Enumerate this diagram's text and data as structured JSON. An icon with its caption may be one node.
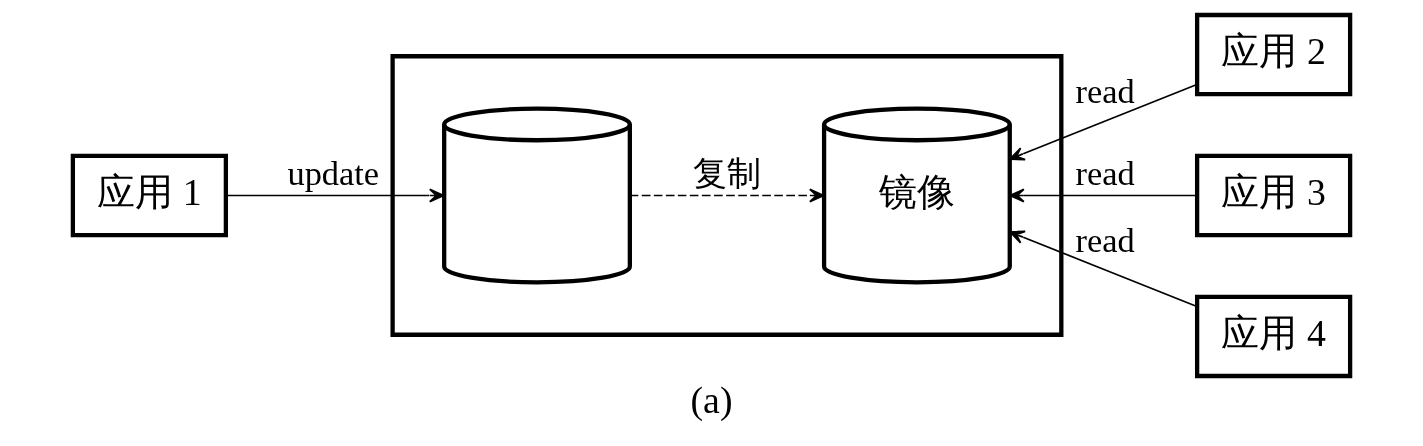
{
  "diagram": {
    "caption": "(a)",
    "nodes": [
      {
        "text": [
          "应用 1"
        ]
      },
      {
        "text": [],
        "shape": "box"
      },
      {
        "text": [],
        "shape": "cylinder",
        "in": 1
      },
      {
        "text": [
          "镜像"
        ],
        "in": 1
      },
      {
        "text": [
          "应用 2"
        ]
      },
      {
        "text": [
          "应用 3"
        ]
      },
      {
        "text": [
          "应用 4"
        ]
      }
    ],
    "edges": [
      {
        "from": 0,
        "to": 2,
        "arrow": "to",
        "label": "update"
      },
      {
        "from": 2,
        "to": 3,
        "arrow": "to",
        "label": "复制",
        "style": "dashed"
      },
      {
        "from": 4,
        "to": 3,
        "arrow": "to",
        "label": "read"
      },
      {
        "from": 5,
        "to": 3,
        "arrow": "to",
        "label": "read"
      },
      {
        "from": 6,
        "to": 3,
        "arrow": "to",
        "label": "read"
      }
    ]
  }
}
